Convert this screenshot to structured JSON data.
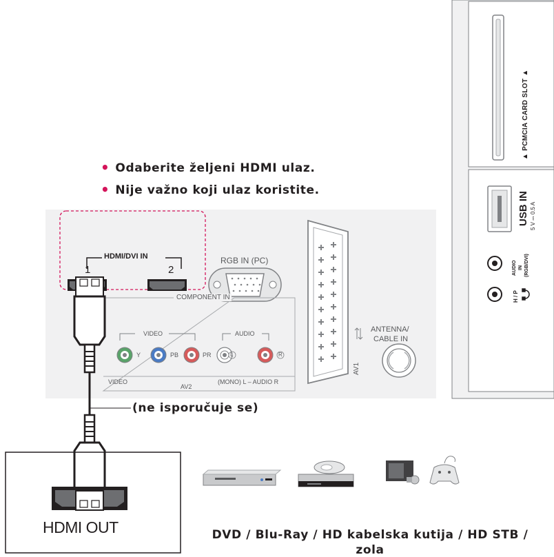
{
  "instructions": {
    "line1": "Odaberite željeni HDMI ulaz.",
    "line2": "Nije važno koji ulaz koristite."
  },
  "tv_panel": {
    "hdmi_group": "HDMI/DVI IN",
    "hdmi_port_1": "1",
    "hdmi_port_2": "2",
    "rgb_in": "RGB IN (PC)",
    "component_in": "COMPONENT IN",
    "video_group": "VIDEO",
    "audio_group": "AUDIO",
    "y": "Y",
    "pb": "PB",
    "pr": "PR",
    "l": "L",
    "r": "R",
    "video_bottom": "VIDEO",
    "av2": "AV2",
    "mono_audio": "(MONO) L – AUDIO R",
    "av1": "AV1",
    "antenna": "ANTENNA/",
    "cable_in": "CABLE IN"
  },
  "side_panel": {
    "pcmcia": "▲ PCMCIA CARD SLOT ▲",
    "usb_in": "USB IN",
    "usb_spec": "5 V ⎓ 0.5 A",
    "audio_in_1": "AUDIO",
    "audio_in_2": "IN",
    "audio_in_3": "(RGB/DVI)",
    "hp": "H / P"
  },
  "cable_note": "(ne isporučuje se)",
  "device_output": "HDMI OUT",
  "devices_caption_1": "DVD / Blu-Ray / HD kabelska kutija / HD STB /",
  "devices_caption_2": "zola",
  "colors": {
    "accent_pink": "#d4145a",
    "panel_gray": "#f1f1f2",
    "port_dark": "#3b3b3b",
    "green_jack": "#5aa36a",
    "blue_jack": "#4a7bc4",
    "red_jack": "#d65b5b"
  }
}
